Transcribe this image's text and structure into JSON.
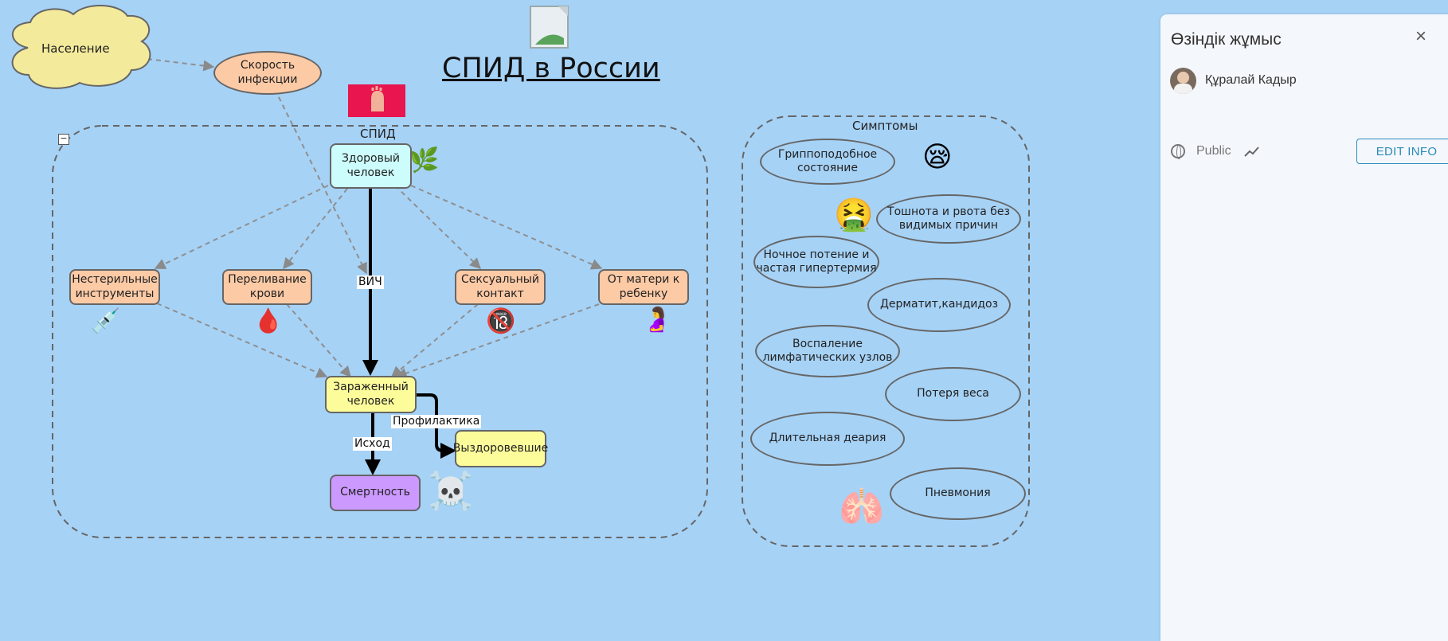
{
  "diagram": {
    "title": "СПИД в России",
    "sticker_spid": "СПИД",
    "nodes": {
      "population": "Население",
      "infection_speed": "Скорость инфекции",
      "healthy": "Здоровый человек",
      "nonsterile": "Нестерильные инструменты",
      "transfusion": "Переливание крови",
      "sexual": "Сексуальный контакт",
      "mother": "От матери к ребенку",
      "infected": "Зараженный человек",
      "recovered": "Выздоровевшие",
      "mortality": "Смертность"
    },
    "edge_labels": {
      "hiv": "ВИЧ",
      "prevention": "Профилактика",
      "outcome": "Исход"
    },
    "symptoms_title": "Симптомы",
    "symptoms": [
      "Гриппоподобное состояние",
      "Тошнота и рвота без видимых причин",
      "Ночное потение и частая гипертермия",
      "Дерматит,кандидоз",
      "Воспаление лимфатических узлов",
      "Потеря веса",
      "Длительная деария",
      "Пневмония"
    ],
    "collapse_symbol": "−",
    "emojis": {
      "leaf": "🌿",
      "syringe": "💉",
      "blood": "🩸",
      "adult": "🔞",
      "pregnant": "🤰",
      "skull": "☠️",
      "sleepy": "😪",
      "nauseated": "🤮",
      "lungs": "🫁"
    }
  },
  "panel": {
    "title": "Өзіндік жұмыс",
    "author": "Құралай Кадыр",
    "visibility": "Public",
    "edit_button": "EDIT INFO"
  },
  "colors": {
    "background": "#a6d2f6",
    "healthy": "#ccfcfc",
    "cause": "#fdcaa6",
    "infected": "#fdfc9b",
    "mortality": "#cc99ff",
    "cloud": "#f3ea9b",
    "accent": "#2a8ab8"
  }
}
